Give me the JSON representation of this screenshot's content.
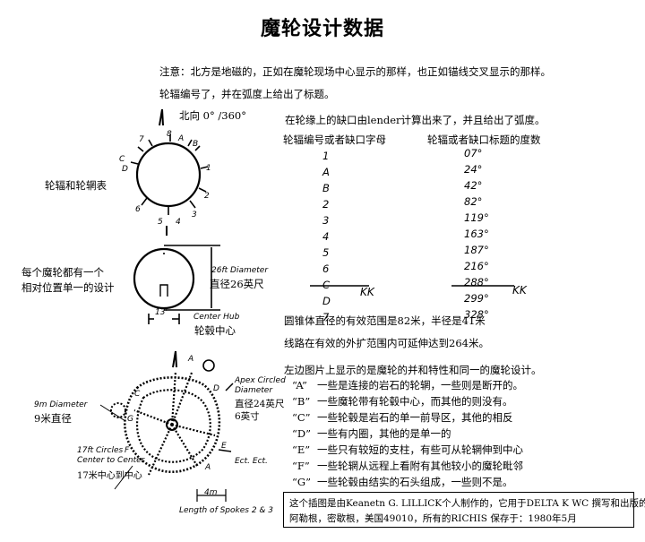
{
  "title": "魔轮设计数据",
  "note_line1": "注意：北方是地磁的，正如在魔轮现场中心显示的那样，也正如锚线交叉显示的那样。",
  "note_line2": "轮辐编号了，并在弧度上给出了标题。",
  "diagram1": {
    "north_label": "北向 0° /360°",
    "caption": "轮辐和轮辋表",
    "spoke_numbers": [
      "7",
      "8",
      "A",
      "B",
      "1",
      "2",
      "3",
      "4",
      "5",
      "6",
      "C",
      "D"
    ]
  },
  "diagram2": {
    "caption_line1": "每个魔轮都有一个",
    "caption_line2": "相对位置单一的设计",
    "dim_hw": "26ft Diameter",
    "dim_cn": "直径26英尺",
    "hub_hw": "Center Hub",
    "hub_cn": "轮毂中心",
    "hub_size": "13'"
  },
  "gap_table": {
    "intro": "在轮缘上的缺口由lender计算出来了，并且给出了弧度。",
    "col1_header": "轮辐编号或者缺口字母",
    "col2_header": "轮辐或者缺口标题的度数",
    "rows": [
      {
        "id": "1",
        "deg": "07°"
      },
      {
        "id": "A",
        "deg": "24°"
      },
      {
        "id": "B",
        "deg": "42°"
      },
      {
        "id": "2",
        "deg": "82°"
      },
      {
        "id": "3",
        "deg": "119°"
      },
      {
        "id": "4",
        "deg": "163°"
      },
      {
        "id": "5",
        "deg": "187°"
      },
      {
        "id": "6",
        "deg": "216°"
      },
      {
        "id": "C",
        "deg": "288°"
      },
      {
        "id": "D",
        "deg": "299°"
      },
      {
        "id": "7",
        "deg": "328°"
      }
    ],
    "initials": "KK"
  },
  "cone_line1": "圆锥体直径的有效范围是82米，半径是41米",
  "cone_line2": "线路在有效的外扩范围内可延伸达到264米。",
  "diagram3": {
    "left_hw": "9m Diameter",
    "left_cn": "9米直径",
    "right_hw1": "Apex Circled",
    "right_hw2": "Diameter",
    "right_cn1": "直径24英尺",
    "right_cn2": "6英寸",
    "bottom_hw1": "17ft Circles",
    "bottom_hw2": "Center to Center",
    "bottom_cn": "17米中心到中心",
    "ect_hw": "Ect. Ect.",
    "length_hw": "Length of Spokes 2 & 3",
    "length_mark": "4m",
    "letters": [
      "A",
      "B",
      "C",
      "D",
      "E",
      "F",
      "G"
    ]
  },
  "features": {
    "intro": "左边图片上显示的是魔轮的并和特性和同一的魔轮设计。",
    "items": [
      {
        "k": "“A”",
        "v": "一些是连接的岩石的轮辋，一些则是断开的。"
      },
      {
        "k": "“B”",
        "v": "一些魔轮带有轮毂中心，而其他的则没有。"
      },
      {
        "k": "“C”",
        "v": "一些轮毂是岩石的单一前导区，其他的相反"
      },
      {
        "k": "“D”",
        "v": "一些有内圈，其他的是单一的"
      },
      {
        "k": "“E”",
        "v": "一些只有较短的支柱，有些可从轮辋伸到中心"
      },
      {
        "k": "“F”",
        "v": "一些轮辋从远程上看附有其他较小的魔轮毗邻"
      },
      {
        "k": "“G”",
        "v": "一些轮毂由结实的石头组成，一些则不是。"
      }
    ]
  },
  "footer": {
    "line1": "这个插图是由Keanetn G. LILLICK个人制作的，它用于DELTA K WC 撰写和出版的书。",
    "line2": "阿勒根，密歇根，美国49010，所有的RICHIS 保存于：1980年5月"
  }
}
